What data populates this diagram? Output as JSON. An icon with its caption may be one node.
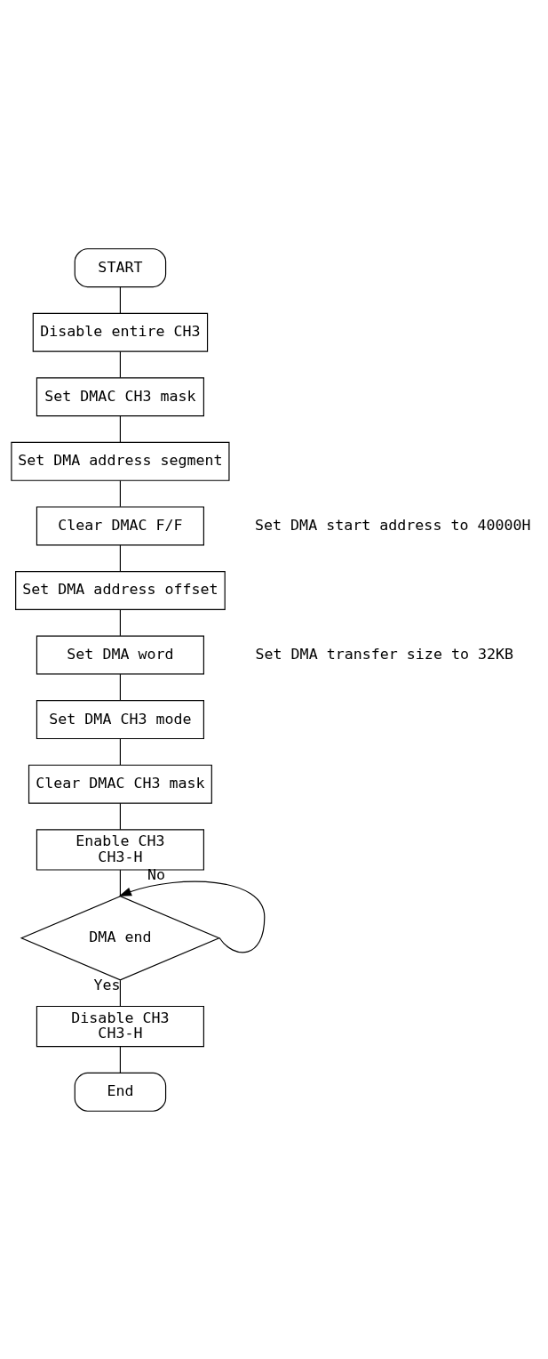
{
  "diagram": {
    "nodes": [
      {
        "text": [
          "START"
        ]
      },
      {
        "text": [
          "Disable entire CH3"
        ]
      },
      {
        "text": [
          "Set DMAC CH3 mask"
        ]
      },
      {
        "text": [
          "Set DMA address segment"
        ]
      },
      {
        "text": [
          "Clear DMAC F/F"
        ]
      },
      {
        "text": [
          "Set DMA address offset"
        ]
      },
      {
        "text": [
          "Set DMA word"
        ]
      },
      {
        "text": [
          "Set DMA CH3 mode"
        ]
      },
      {
        "text": [
          "Clear DMAC CH3 mask"
        ]
      },
      {
        "text": [
          "Enable CH3",
          "CH3-H"
        ]
      },
      {
        "text": [
          "DMA end"
        ]
      },
      {
        "text": [
          "Disable CH3",
          "CH3-H"
        ]
      },
      {
        "text": [
          "End"
        ]
      }
    ],
    "edges": [
      {
        "from": 0,
        "to": 1,
        "arrow": "none"
      },
      {
        "from": 1,
        "to": 2,
        "arrow": "none"
      },
      {
        "from": 2,
        "to": 3,
        "arrow": "none"
      },
      {
        "from": 3,
        "to": 4,
        "arrow": "none"
      },
      {
        "from": 4,
        "to": 5,
        "arrow": "none"
      },
      {
        "from": 5,
        "to": 6,
        "arrow": "none"
      },
      {
        "from": 6,
        "to": 7,
        "arrow": "none"
      },
      {
        "from": 7,
        "to": 8,
        "arrow": "none"
      },
      {
        "from": 8,
        "to": 9,
        "arrow": "none"
      },
      {
        "from": 9,
        "to": 10,
        "arrow": "none"
      },
      {
        "from": 10,
        "to": 10,
        "arrow": "to",
        "label": "No"
      },
      {
        "from": 10,
        "to": 11,
        "arrow": "none",
        "label": "Yes"
      },
      {
        "from": 11,
        "to": 12,
        "arrow": "none"
      }
    ],
    "labels": [
      "Set DMA start address to 40000H",
      "Set DMA transfer size to 32KB"
    ]
  }
}
